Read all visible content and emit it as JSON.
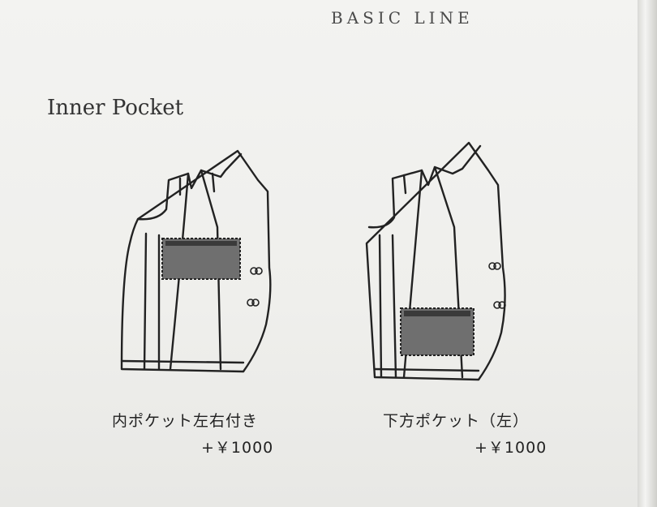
{
  "header": {
    "series": "BASIC LINE"
  },
  "section": {
    "title": "Inner Pocket"
  },
  "options": [
    {
      "caption": "内ポケット左右付き",
      "price": "+￥1000"
    },
    {
      "caption": "下方ポケット（左）",
      "price": "+￥1000"
    }
  ],
  "colors": {
    "ink": "#222222",
    "paper": "#f0f0ee",
    "pocket_fill": "#6f6f6f"
  }
}
